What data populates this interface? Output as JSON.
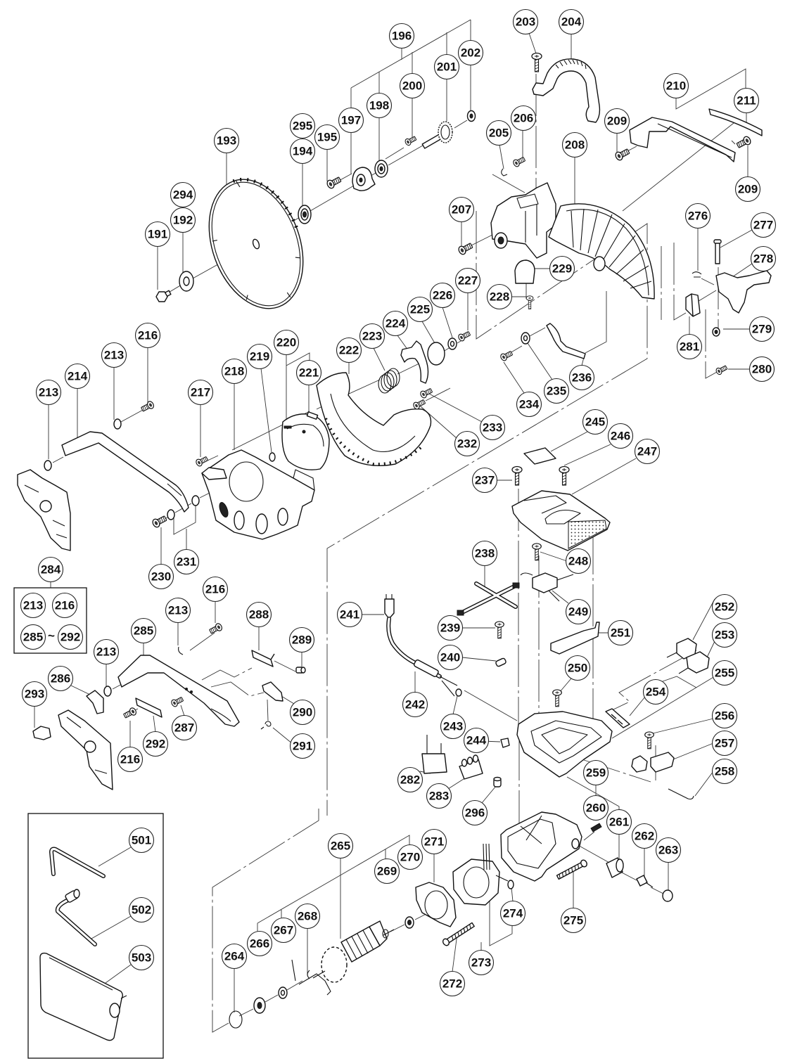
{
  "blade_spindle": {
    "callouts": [
      "196",
      "202",
      "201",
      "200",
      "198",
      "197",
      "295",
      "195",
      "194",
      "193",
      "294",
      "192",
      "191"
    ]
  },
  "handle_cover": {
    "callouts": [
      "203",
      "204",
      "205",
      "206",
      "208",
      "209",
      "210",
      "211",
      "209",
      "207",
      "229",
      "228"
    ]
  },
  "guards": {
    "callouts": [
      "227",
      "226",
      "225",
      "224",
      "223",
      "222",
      "221",
      "220",
      "219",
      "218",
      "217",
      "233",
      "232",
      "234",
      "235",
      "236"
    ]
  },
  "lock_lever": {
    "callouts": [
      "276",
      "277",
      "278",
      "279",
      "281",
      "280"
    ]
  },
  "left_arm": {
    "callouts": [
      "216",
      "213",
      "214",
      "213",
      "230",
      "231"
    ]
  },
  "kit_284": {
    "label": "284",
    "items": [
      "213",
      "216",
      "285",
      "292"
    ],
    "range_symbol": "~"
  },
  "lower_arm": {
    "callouts": [
      "216",
      "213",
      "288",
      "285",
      "289",
      "213",
      "286",
      "293",
      "290",
      "287",
      "292",
      "291",
      "216"
    ]
  },
  "switch_housing": {
    "callouts": [
      "245",
      "246",
      "247",
      "237",
      "238",
      "248",
      "249",
      "241",
      "239",
      "251",
      "252",
      "253",
      "240",
      "250",
      "255",
      "254",
      "242",
      "243",
      "244",
      "256",
      "257",
      "258",
      "282",
      "283",
      "296"
    ]
  },
  "motor": {
    "callouts": [
      "259",
      "260",
      "261",
      "262",
      "263",
      "265",
      "271",
      "270",
      "269",
      "268",
      "267",
      "266",
      "264",
      "274",
      "273",
      "272",
      "275"
    ]
  },
  "accessories": {
    "callouts": [
      "501",
      "502",
      "503"
    ]
  }
}
